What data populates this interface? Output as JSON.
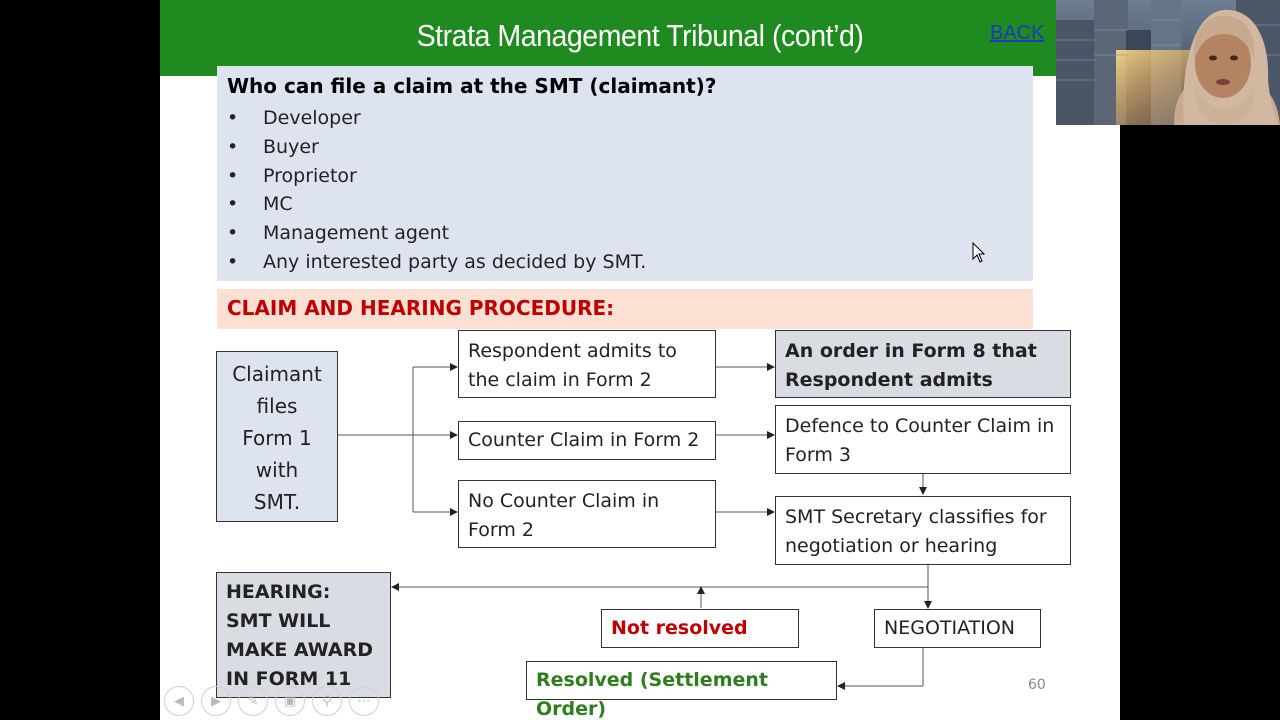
{
  "slide": {
    "title": "Strata Management Tribunal (cont’d)",
    "back_link": "BACK",
    "page_number": "60"
  },
  "claimants": {
    "heading": "Who can file a claim at the SMT (claimant)?",
    "bullet": "•",
    "items": [
      "Developer",
      "Buyer",
      "Proprietor",
      "MC",
      "Management agent",
      "Any interested party as decided by SMT."
    ]
  },
  "procedure": {
    "heading": "CLAIM AND HEARING PROCEDURE:"
  },
  "flowchart": {
    "claimant_files": [
      "Claimant",
      "files",
      "Form 1",
      "with",
      "SMT."
    ],
    "respondent_admits": "Respondent admits to the claim in Form 2",
    "counter_claim": "Counter Claim in Form 2",
    "no_counter_claim": "No Counter Claim in Form 2",
    "order_form8": "An order in Form 8  that Respondent  admits",
    "defence_counter": "Defence to Counter Claim in Form 3",
    "secretary_classifies": "SMT Secretary classifies for negotiation or hearing",
    "hearing": [
      "HEARING:",
      "SMT WILL",
      "MAKE AWARD",
      "IN FORM 11"
    ],
    "not_resolved": "Not resolved",
    "negotiation": "NEGOTIATION",
    "resolved": "Resolved (Settlement Order)"
  },
  "colors": {
    "title_bar": "#1f8a1f",
    "claimant_box": "#dde4ef",
    "procedure_box": "#fbe0d3",
    "gray_box": "#d9dce3",
    "red_text": "#c00000",
    "green_text": "#2e7d1e"
  },
  "toolbar_icons": [
    "previous-icon",
    "next-icon",
    "pen-icon",
    "pages-icon",
    "zoom-icon",
    "more-icon"
  ]
}
